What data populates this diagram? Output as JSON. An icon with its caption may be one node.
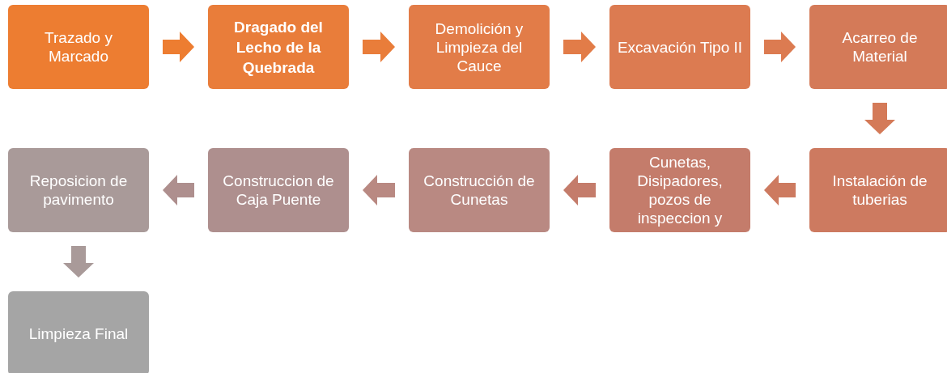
{
  "diagram": {
    "nodes": [
      {
        "text": [
          "Trazado y Marcado"
        ]
      },
      {
        "text": [
          "Dragado del Lecho de la Quebrada"
        ]
      },
      {
        "text": [
          "Demolición y Limpieza del Cauce"
        ]
      },
      {
        "text": [
          "Excavación Tipo II"
        ]
      },
      {
        "text": [
          "Acarreo de Material"
        ]
      },
      {
        "text": [
          "Instalación de tuberias"
        ]
      },
      {
        "text": [
          "Cunetas, Disipadores, pozos de inspeccion y"
        ]
      },
      {
        "text": [
          "Construcción de Cunetas"
        ]
      },
      {
        "text": [
          "Construccion de Caja Puente"
        ]
      },
      {
        "text": [
          "Reposicion de pavimento"
        ]
      },
      {
        "text": [
          "Limpieza Final"
        ]
      }
    ],
    "edges": [
      {
        "from": 0,
        "to": 1,
        "arrow": "to"
      },
      {
        "from": 1,
        "to": 2,
        "arrow": "to"
      },
      {
        "from": 2,
        "to": 3,
        "arrow": "to"
      },
      {
        "from": 3,
        "to": 4,
        "arrow": "to"
      },
      {
        "from": 4,
        "to": 5,
        "arrow": "to"
      },
      {
        "from": 5,
        "to": 6,
        "arrow": "to"
      },
      {
        "from": 6,
        "to": 7,
        "arrow": "to"
      },
      {
        "from": 7,
        "to": 8,
        "arrow": "to"
      },
      {
        "from": 8,
        "to": 9,
        "arrow": "to"
      },
      {
        "from": 9,
        "to": 10,
        "arrow": "to"
      }
    ]
  }
}
